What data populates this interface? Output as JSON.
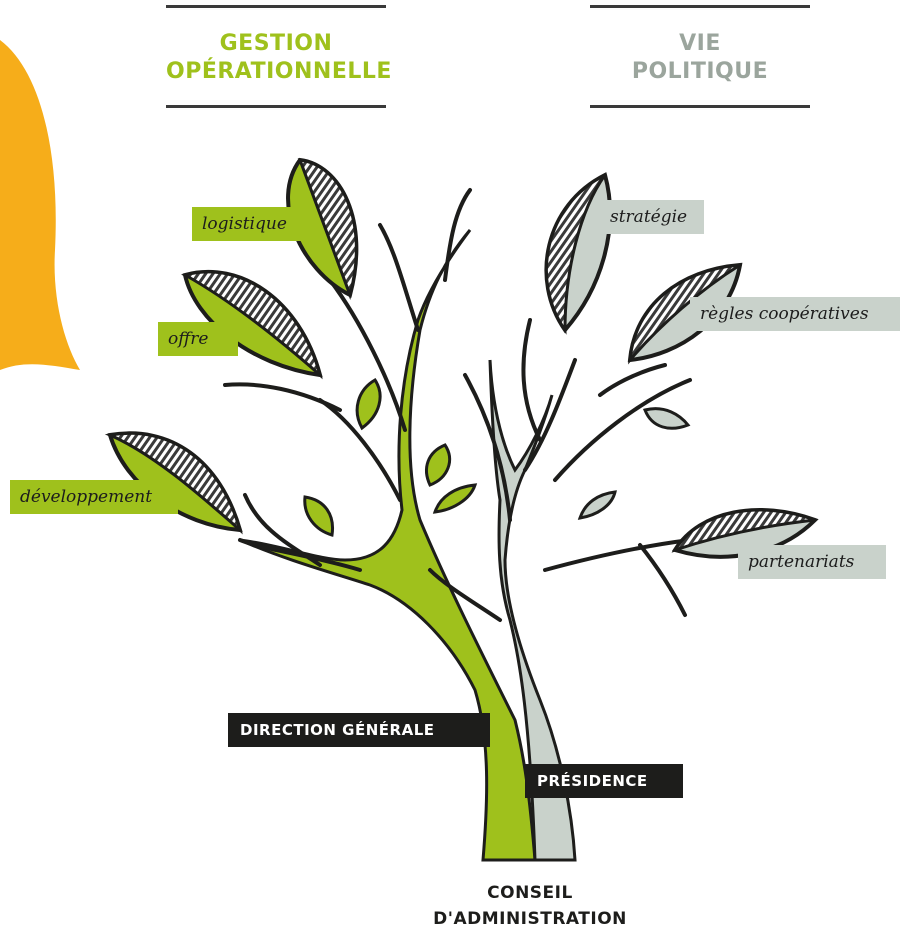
{
  "headings": {
    "left": {
      "line1": "GESTION",
      "line2": "OPÉRATIONNELLE"
    },
    "right": {
      "line1": "VIE",
      "line2": "POLITIQUE"
    }
  },
  "leaf_tags": {
    "logistique": "logistique",
    "offre": "offre",
    "developpement": "développement",
    "strategie": "stratégie",
    "regles": "règles coopératives",
    "partenariats": "partenariats"
  },
  "trunk_labels": {
    "direction": "DIRECTION GÉNÉRALE",
    "presidence": "PRÉSIDENCE"
  },
  "base_label": {
    "line1": "CONSEIL",
    "line2": "D'ADMINISTRATION"
  },
  "colors": {
    "green": "#9fc11c",
    "grey": "#c9d2cb",
    "dark": "#1d1d1b",
    "orange": "#f6ad1a"
  }
}
